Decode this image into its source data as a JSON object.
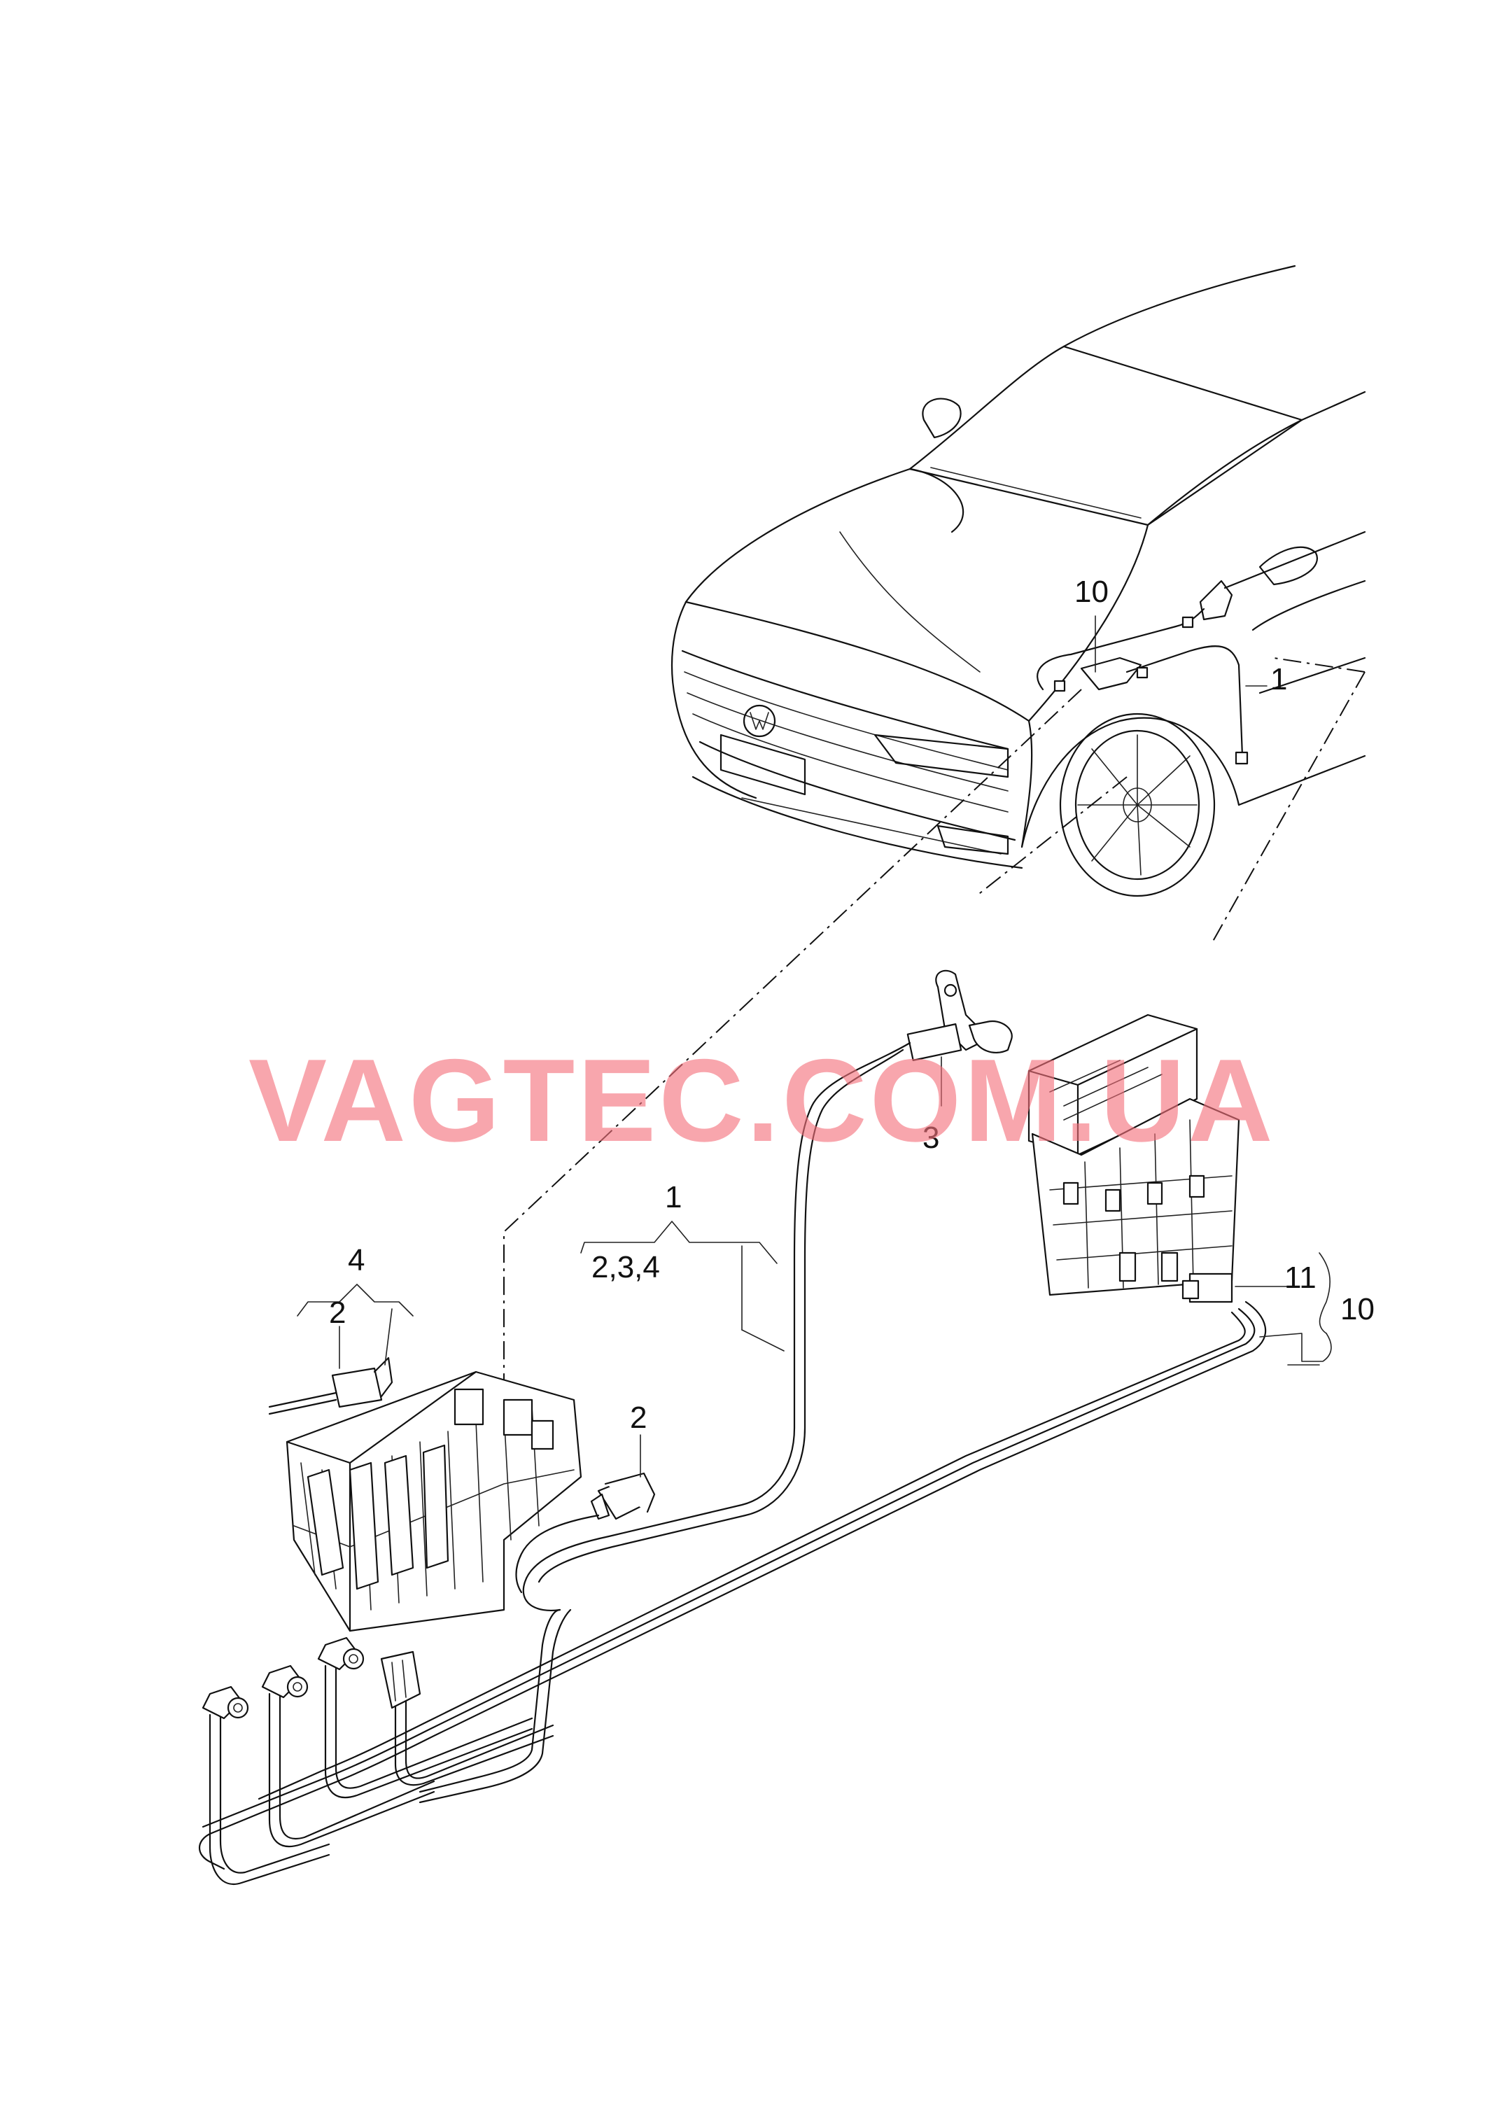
{
  "watermark": "VAGTEC.COM.UA",
  "watermark_color": "#f4707b",
  "callouts": {
    "c10_car": "10",
    "c1_car": "1",
    "c3": "3",
    "c1_group": "1",
    "c1_group_items": "2,3,4",
    "c4_group": "4",
    "c2_left": "2",
    "c2_mid": "2",
    "c11": "11",
    "c10_right": "10"
  }
}
